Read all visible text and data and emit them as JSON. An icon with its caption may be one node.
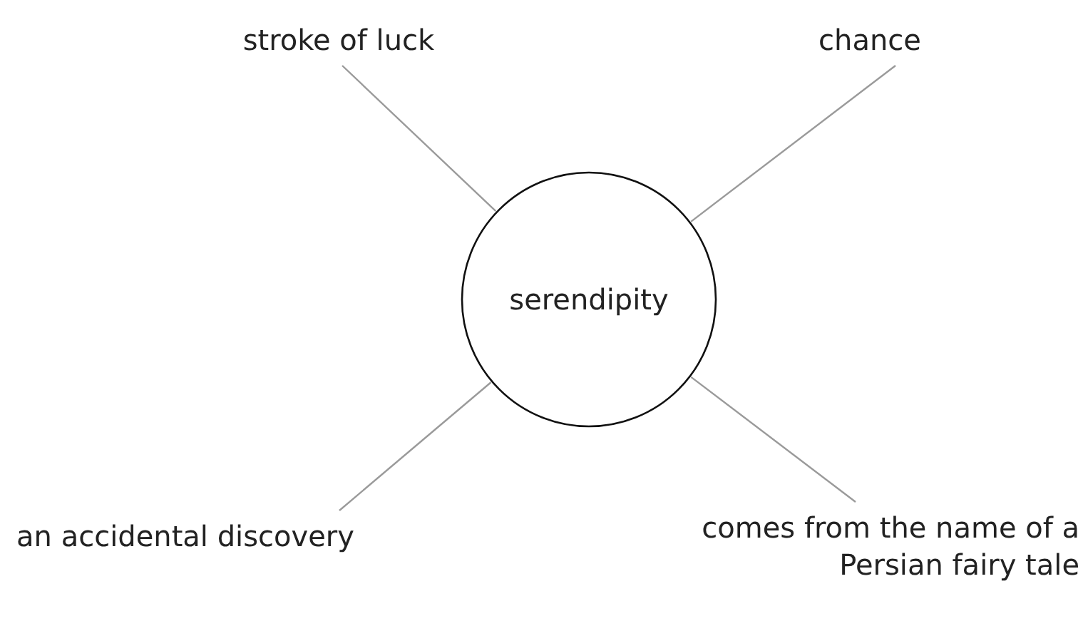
{
  "diagram": {
    "nodes": [
      {
        "text": [
          "serendipity"
        ]
      },
      {
        "text": [
          "stroke of luck"
        ]
      },
      {
        "text": [
          "chance"
        ]
      },
      {
        "text": [
          "an accidental discovery"
        ]
      },
      {
        "text": [
          "comes from the name of a Persian fairy tale"
        ]
      }
    ],
    "edges": [
      {
        "from": 0,
        "to": 1,
        "arrow": "none"
      },
      {
        "from": 0,
        "to": 2,
        "arrow": "none"
      },
      {
        "from": 0,
        "to": 3,
        "arrow": "none"
      },
      {
        "from": 0,
        "to": 4,
        "arrow": "none"
      }
    ]
  }
}
